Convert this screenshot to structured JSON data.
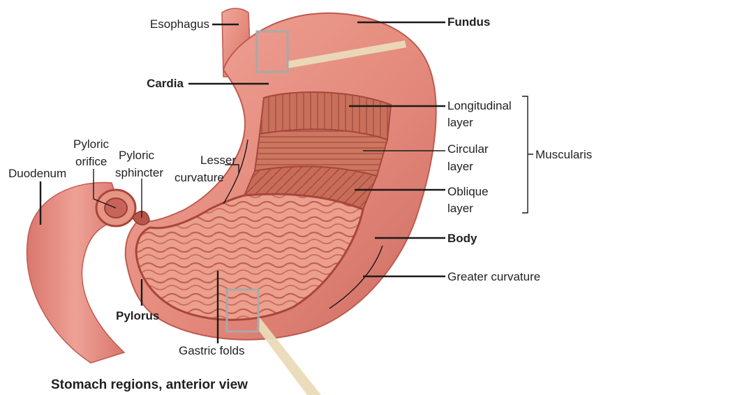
{
  "labels": {
    "esophagus": "Esophagus",
    "fundus": "Fundus",
    "cardia": "Cardia",
    "longitudinal_line1": "Longitudinal",
    "longitudinal_line2": "layer",
    "circular_line1": "Circular",
    "circular_line2": "layer",
    "oblique_line1": "Oblique",
    "oblique_line2": "layer",
    "muscularis": "Muscularis",
    "body": "Body",
    "greater_curvature": "Greater curvature",
    "lesser_curvature_line1": "Lesser",
    "lesser_curvature_line2": "curvature",
    "pyloric_orifice_line1": "Pyloric",
    "pyloric_orifice_line2": "orifice",
    "pyloric_sphincter_line1": "Pyloric",
    "pyloric_sphincter_line2": "sphincter",
    "duodenum": "Duodenum",
    "pylorus": "Pylorus",
    "gastric_folds": "Gastric folds"
  },
  "caption": "Stomach regions, anterior view",
  "colors": {
    "stomach_outer": "#e48a7c",
    "stomach_shade": "#c9605a",
    "mucosa": "#e79a86",
    "mucosa_fold": "#c65e52",
    "muscle_layer": "#c46a55",
    "cut_edge": "#a8463c",
    "callout_box": "#a9a9a9",
    "zoom_beam": "#eadbb8",
    "text": "#231f20"
  }
}
